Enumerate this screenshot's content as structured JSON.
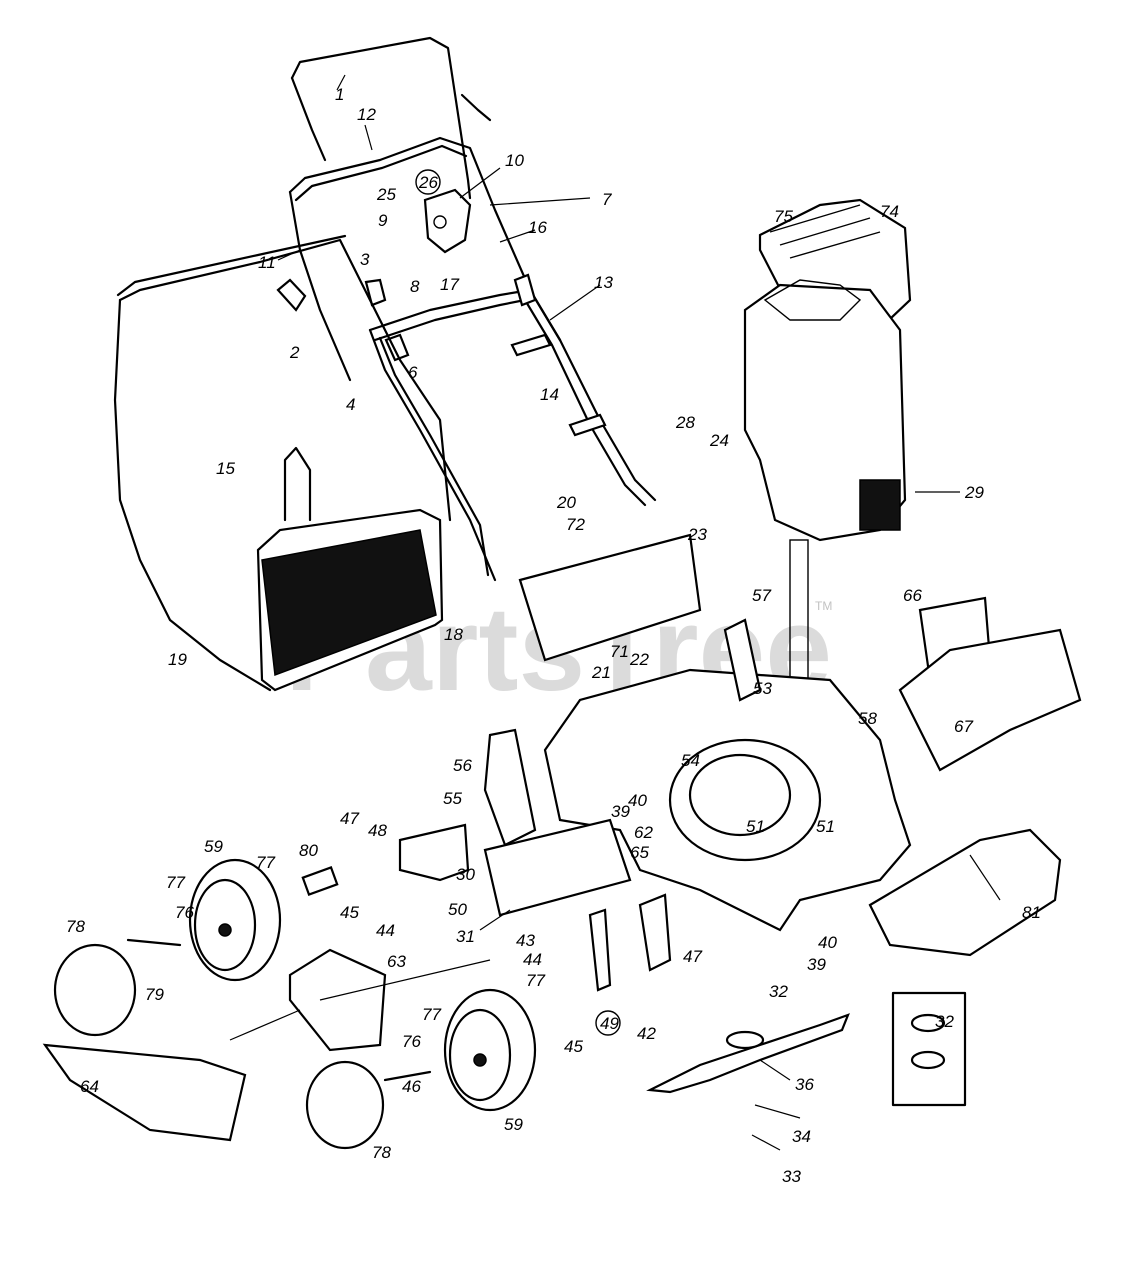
{
  "watermark": {
    "text": "PartsTree",
    "mark": "TM"
  },
  "callouts": [
    {
      "id": "c1",
      "label": "1"
    },
    {
      "id": "c12",
      "label": "12"
    },
    {
      "id": "c26",
      "label": "26"
    },
    {
      "id": "c25",
      "label": "25"
    },
    {
      "id": "c10",
      "label": "10"
    },
    {
      "id": "c7",
      "label": "7"
    },
    {
      "id": "c9",
      "label": "9"
    },
    {
      "id": "c16",
      "label": "16"
    },
    {
      "id": "c11",
      "label": "11"
    },
    {
      "id": "c3",
      "label": "3"
    },
    {
      "id": "c8",
      "label": "8"
    },
    {
      "id": "c17",
      "label": "17"
    },
    {
      "id": "c13",
      "label": "13"
    },
    {
      "id": "c2",
      "label": "2"
    },
    {
      "id": "c6",
      "label": "6"
    },
    {
      "id": "c4",
      "label": "4"
    },
    {
      "id": "c14",
      "label": "14"
    },
    {
      "id": "c75",
      "label": "75"
    },
    {
      "id": "c74",
      "label": "74"
    },
    {
      "id": "c15",
      "label": "15"
    },
    {
      "id": "c28",
      "label": "28"
    },
    {
      "id": "c24",
      "label": "24"
    },
    {
      "id": "c29",
      "label": "29"
    },
    {
      "id": "c20",
      "label": "20"
    },
    {
      "id": "c72",
      "label": "72"
    },
    {
      "id": "c23",
      "label": "23"
    },
    {
      "id": "c18",
      "label": "18"
    },
    {
      "id": "c19",
      "label": "19"
    },
    {
      "id": "c57",
      "label": "57"
    },
    {
      "id": "c66",
      "label": "66"
    },
    {
      "id": "c71",
      "label": "71"
    },
    {
      "id": "c22",
      "label": "22"
    },
    {
      "id": "c21",
      "label": "21"
    },
    {
      "id": "c53",
      "label": "53"
    },
    {
      "id": "c58",
      "label": "58"
    },
    {
      "id": "c67",
      "label": "67"
    },
    {
      "id": "c56",
      "label": "56"
    },
    {
      "id": "c54",
      "label": "54"
    },
    {
      "id": "c55",
      "label": "55"
    },
    {
      "id": "c40a",
      "label": "40"
    },
    {
      "id": "c39a",
      "label": "39"
    },
    {
      "id": "c51a",
      "label": "51"
    },
    {
      "id": "c47a",
      "label": "47"
    },
    {
      "id": "c48",
      "label": "48"
    },
    {
      "id": "c59a",
      "label": "59"
    },
    {
      "id": "c77a",
      "label": "77"
    },
    {
      "id": "c80",
      "label": "80"
    },
    {
      "id": "c62",
      "label": "62"
    },
    {
      "id": "c65",
      "label": "65"
    },
    {
      "id": "c51b",
      "label": "51"
    },
    {
      "id": "c30",
      "label": "30"
    },
    {
      "id": "c77b",
      "label": "77"
    },
    {
      "id": "c45a",
      "label": "45"
    },
    {
      "id": "c44a",
      "label": "44"
    },
    {
      "id": "c50",
      "label": "50"
    },
    {
      "id": "c78a",
      "label": "78"
    },
    {
      "id": "c76a",
      "label": "76"
    },
    {
      "id": "c79",
      "label": "79"
    },
    {
      "id": "c31",
      "label": "31"
    },
    {
      "id": "c81",
      "label": "81"
    },
    {
      "id": "c43",
      "label": "43"
    },
    {
      "id": "c47b",
      "label": "47"
    },
    {
      "id": "c40b",
      "label": "40"
    },
    {
      "id": "c39b",
      "label": "39"
    },
    {
      "id": "c63",
      "label": "63"
    },
    {
      "id": "c44b",
      "label": "44"
    },
    {
      "id": "c77c",
      "label": "77"
    },
    {
      "id": "c42",
      "label": "42"
    },
    {
      "id": "c45b",
      "label": "45"
    },
    {
      "id": "c49",
      "label": "49"
    },
    {
      "id": "c32a",
      "label": "32"
    },
    {
      "id": "c77d",
      "label": "77"
    },
    {
      "id": "c76b",
      "label": "76"
    },
    {
      "id": "c64",
      "label": "64"
    },
    {
      "id": "c36",
      "label": "36"
    },
    {
      "id": "c32b",
      "label": "32"
    },
    {
      "id": "c46",
      "label": "46"
    },
    {
      "id": "c59b",
      "label": "59"
    },
    {
      "id": "c34",
      "label": "34"
    },
    {
      "id": "c78b",
      "label": "78"
    },
    {
      "id": "c33",
      "label": "33"
    }
  ]
}
